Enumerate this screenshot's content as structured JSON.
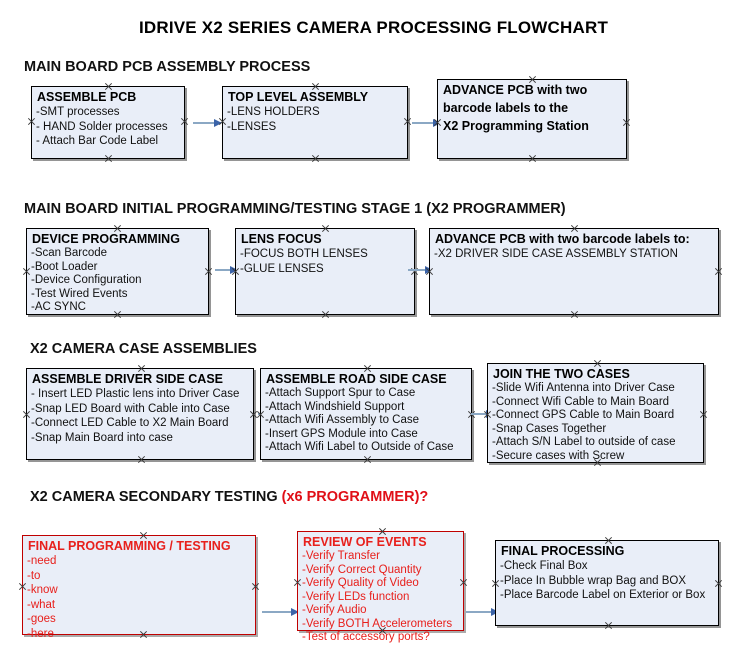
{
  "document": {
    "title": "IDRIVE X2  SERIES CAMERA PROCESSING FLOWCHART"
  },
  "sections": [
    {
      "id": "main-board-pcb-assembly",
      "heading": "MAIN BOARD PCB ASSEMBLY PROCESS",
      "heading_accent": "",
      "boxes": [
        {
          "id": "assemble-pcb",
          "title": "ASSEMBLE PCB",
          "lines": [
            "-SMT processes",
            "- HAND Solder processes",
            "- Attach Bar Code Label"
          ],
          "color": "black"
        },
        {
          "id": "top-level-assembly",
          "title": "TOP LEVEL ASSEMBLY",
          "lines": [
            "-LENS HOLDERS",
            "-LENSES"
          ],
          "color": "black"
        },
        {
          "id": "advance-pcb-to-programming-station",
          "title": "ADVANCE PCB with two",
          "lines": [
            "barcode labels to the",
            " X2 Programming Station"
          ],
          "color": "black"
        }
      ]
    },
    {
      "id": "main-board-initial-programming",
      "heading": "MAIN BOARD INITIAL PROGRAMMING/TESTING STAGE 1 (X2 PROGRAMMER)",
      "heading_accent": "",
      "boxes": [
        {
          "id": "device-programming",
          "title": "DEVICE PROGRAMMING",
          "lines": [
            "-Scan Barcode",
            "-Boot Loader",
            "-Device Configuration",
            "-Test Wired Events",
            "-AC SYNC"
          ],
          "color": "black"
        },
        {
          "id": "lens-focus",
          "title": "LENS FOCUS",
          "lines": [
            "-FOCUS BOTH LENSES",
            "-GLUE LENSES"
          ],
          "color": "black"
        },
        {
          "id": "advance-pcb-to-driver-side-case",
          "title": "ADVANCE PCB with two barcode labels to:",
          "lines": [
            "-X2 DRIVER  SIDE  CASE  ASSEMBLY STATION"
          ],
          "color": "black"
        }
      ]
    },
    {
      "id": "x2-camera-case-assemblies",
      "heading": "X2 CAMERA CASE ASSEMBLIES",
      "heading_accent": "",
      "boxes": [
        {
          "id": "assemble-driver-side-case",
          "title": "ASSEMBLE DRIVER SIDE CASE",
          "lines": [
            "- Insert LED Plastic lens into Driver Case",
            "-Snap LED Board with Cable into Case",
            "-Connect LED Cable to X2 Main Board",
            "-Snap Main Board into case"
          ],
          "color": "black"
        },
        {
          "id": "assemble-road-side-case",
          "title": "ASSEMBLE ROAD SIDE CASE",
          "lines": [
            "-Attach Support Spur to Case",
            "-Attach Windshield Support",
            "-Attach Wifi Assembly to Case",
            "-Insert GPS Module into Case",
            "-Attach Wifi Label to Outside of Case"
          ],
          "color": "black"
        },
        {
          "id": "join-the-two-cases",
          "title": "JOIN THE TWO CASES",
          "lines": [
            "-Slide Wifi Antenna into Driver Case",
            "-Connect Wifi Cable to Main Board",
            "-Connect GPS Cable to Main Board",
            "-Snap Cases Together",
            "-Attach S/N Label to outside of case",
            "-Secure cases with Screw"
          ],
          "color": "black"
        }
      ]
    },
    {
      "id": "x2-camera-secondary-testing",
      "heading": "X2 CAMERA SECONDARY TESTING ",
      "heading_accent": "(x6 PROGRAMMER)?",
      "boxes": [
        {
          "id": "final-programming-testing",
          "title": "FINAL PROGRAMMING / TESTING",
          "lines": [
            "-need",
            "-to",
            "-know",
            "-what",
            "-goes",
            "-here"
          ],
          "color": "red"
        },
        {
          "id": "review-of-events",
          "title": "REVIEW OF EVENTS",
          "lines": [
            "-Verify Transfer",
            "-Verify Correct Quantity",
            "-Verify Quality of Video",
            "-Verify LEDs function",
            "-Verify Audio",
            "-Verify BOTH Accelerometers",
            "-Test of accessory ports?"
          ],
          "color": "red"
        },
        {
          "id": "final-processing",
          "title": "FINAL PROCESSING",
          "lines": [
            " -Check Final Box",
            "-Place In Bubble wrap Bag and BOX",
            "-Place Barcode Label on Exterior or Box"
          ],
          "color": "black"
        }
      ]
    }
  ],
  "colors": {
    "box_fill": "#e9eef8",
    "box_border": "#000000",
    "red_accent": "#e8201c",
    "arrow_line": "#8ba8c4",
    "arrow_head": "#3b63a8"
  }
}
